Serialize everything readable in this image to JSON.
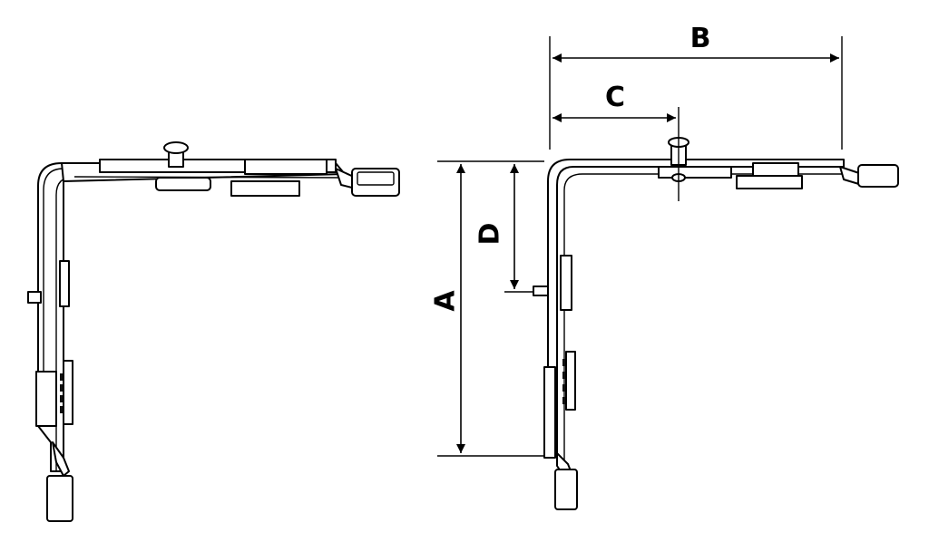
{
  "diagram": {
    "dimension_labels": {
      "a": "A",
      "b": "B",
      "c": "C",
      "d": "D"
    },
    "colors": {
      "line": "#000000",
      "background": "#ffffff"
    }
  }
}
